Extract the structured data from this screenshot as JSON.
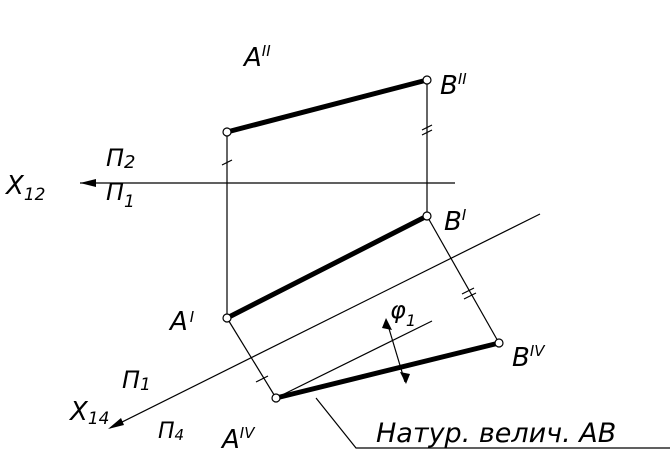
{
  "labels": {
    "a2": "A",
    "a2_sup": "II",
    "b2": "B",
    "b2_sup": "II",
    "pi2": "П",
    "pi2_sub": "2",
    "x12": "X",
    "x12_sub": "12",
    "pi1_top": "П",
    "pi1_top_sub": "1",
    "b1": "B",
    "b1_sup": "I",
    "a1": "A",
    "a1_sup": "I",
    "phi": "φ",
    "phi_sub": "1",
    "b4": "B",
    "b4_sup": "IV",
    "x14": "X",
    "x14_sub": "14",
    "pi1_low": "П",
    "pi1_low_sub": "1",
    "pi4": "П",
    "pi4_sub": "4",
    "a4": "A",
    "a4_sup": "IV",
    "caption": "Натур. велич. AB"
  },
  "colors": {
    "ink": "#000000",
    "background": "#ffffff"
  }
}
